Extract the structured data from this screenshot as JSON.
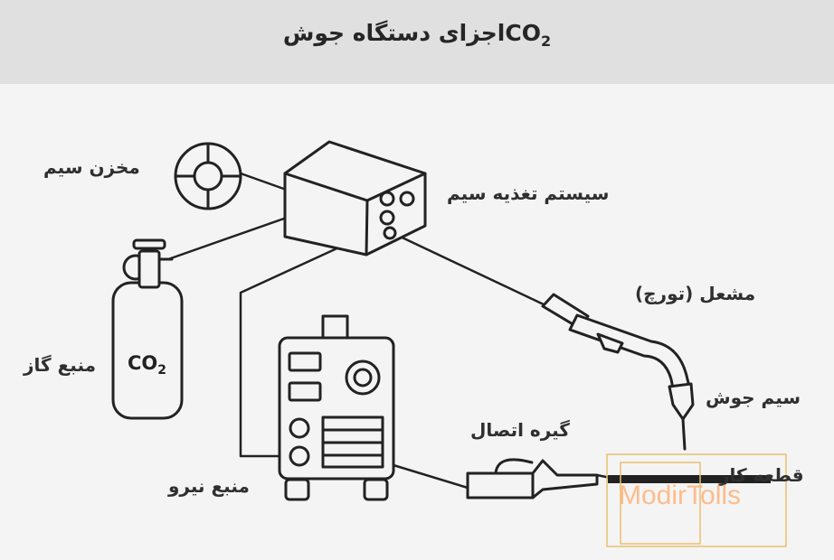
{
  "title": {
    "prefix": "CO",
    "sub": "2",
    "text": "اجزای دستگاه جوش"
  },
  "labels": {
    "wire_spool": "مخزن سیم",
    "wire_feeder": "سیستم تغذیه سیم",
    "torch": "مشعل (تورچ)",
    "welding_wire": "سیم جوش",
    "gas_source": "منبع گاز",
    "ground_clamp": "گیره اتصال",
    "workpiece": "قطعه کار",
    "power_source": "منبع نیرو"
  },
  "cylinder": {
    "text": "CO",
    "sub": "2"
  },
  "watermark": "ModirTolls",
  "colors": {
    "stroke": "#222222",
    "header": "#e0e0e0",
    "background": "#f4f4f4"
  }
}
